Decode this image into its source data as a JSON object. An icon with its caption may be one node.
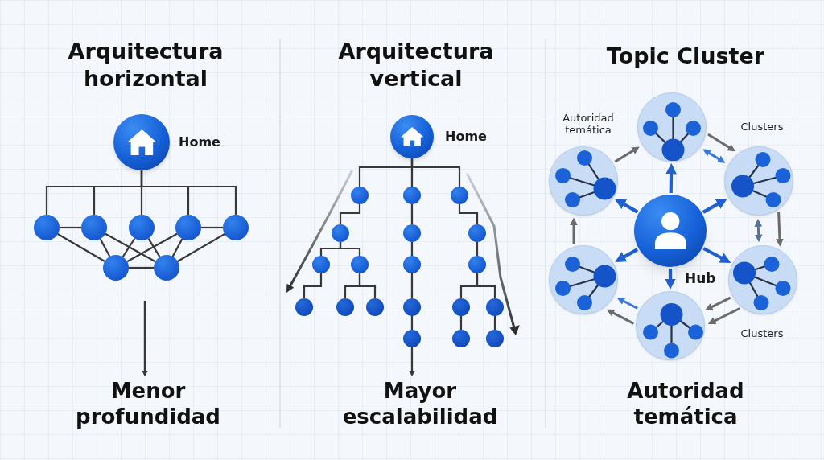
{
  "diagram": {
    "nodes": [
      {
        "text": [],
        "shape": "circle",
        "beside": [
          "Home"
        ]
      },
      {
        "text": [],
        "shape": "circle"
      },
      {
        "text": [],
        "shape": "circle"
      },
      {
        "text": [],
        "shape": "circle"
      },
      {
        "text": [],
        "shape": "circle"
      },
      {
        "text": [],
        "shape": "circle"
      },
      {
        "text": [],
        "shape": "circle"
      },
      {
        "text": [],
        "shape": "circle"
      },
      {
        "text": [
          "Menor profundidad"
        ]
      },
      {
        "text": [],
        "shape": "circle",
        "beside": [
          "Home"
        ]
      },
      {
        "text": [],
        "shape": "circle"
      },
      {
        "text": [],
        "shape": "circle"
      },
      {
        "text": [],
        "shape": "circle"
      },
      {
        "text": [],
        "shape": "circle"
      },
      {
        "text": [],
        "shape": "circle"
      },
      {
        "text": [],
        "shape": "circle"
      },
      {
        "text": [],
        "shape": "circle"
      },
      {
        "text": [],
        "shape": "circle"
      },
      {
        "text": [],
        "shape": "circle"
      },
      {
        "text": [],
        "shape": "circle"
      },
      {
        "text": [],
        "shape": "circle"
      },
      {
        "text": [],
        "shape": "circle"
      },
      {
        "text": [],
        "shape": "circle"
      },
      {
        "text": [],
        "shape": "circle"
      },
      {
        "text": [],
        "shape": "circle"
      },
      {
        "text": [],
        "shape": "circle"
      },
      {
        "text": [],
        "shape": "circle"
      },
      {
        "text": [],
        "shape": "circle"
      },
      {
        "text": [],
        "shape": "circle"
      },
      {
        "text": [
          "Mayor escalabilidad"
        ]
      },
      {
        "text": [],
        "shape": "circle",
        "beside": [
          "Hub"
        ]
      },
      {
        "text": [],
        "shape": "circle"
      },
      {
        "text": [],
        "shape": "circle"
      },
      {
        "text": [],
        "shape": "circle"
      },
      {
        "text": [],
        "shape": "circle"
      },
      {
        "text": [],
        "shape": "circle"
      },
      {
        "text": [],
        "shape": "circle"
      }
    ],
    "edges": [
      {
        "from": 0,
        "to": 1,
        "arrow": "none"
      },
      {
        "from": 0,
        "to": 2,
        "arrow": "none"
      },
      {
        "from": 0,
        "to": 3,
        "arrow": "none"
      },
      {
        "from": 0,
        "to": 4,
        "arrow": "none"
      },
      {
        "from": 0,
        "to": 5,
        "arrow": "none"
      },
      {
        "from": 1,
        "to": 2,
        "arrow": "none"
      },
      {
        "from": 4,
        "to": 5,
        "arrow": "none"
      },
      {
        "from": 1,
        "to": 6,
        "arrow": "none"
      },
      {
        "from": 2,
        "to": 6,
        "arrow": "none"
      },
      {
        "from": 2,
        "to": 7,
        "arrow": "none"
      },
      {
        "from": 3,
        "to": 6,
        "arrow": "none"
      },
      {
        "from": 3,
        "to": 7,
        "arrow": "none"
      },
      {
        "from": 4,
        "to": 6,
        "arrow": "none"
      },
      {
        "from": 4,
        "to": 7,
        "arrow": "none"
      },
      {
        "from": 5,
        "to": 7,
        "arrow": "none"
      },
      {
        "from": 6,
        "to": 7,
        "arrow": "none"
      },
      {
        "from": null,
        "to": 8,
        "arrow": "to"
      },
      {
        "from": 9,
        "to": 10,
        "arrow": "none"
      },
      {
        "from": 9,
        "to": 11,
        "arrow": "none"
      },
      {
        "from": 9,
        "to": 12,
        "arrow": "none"
      },
      {
        "from": 10,
        "to": 13,
        "arrow": "none"
      },
      {
        "from": 13,
        "to": 16,
        "arrow": "none"
      },
      {
        "from": 13,
        "to": 17,
        "arrow": "none"
      },
      {
        "from": 16,
        "to": 20,
        "arrow": "none"
      },
      {
        "from": 17,
        "to": 21,
        "arrow": "none"
      },
      {
        "from": 17,
        "to": 22,
        "arrow": "none"
      },
      {
        "from": 11,
        "to": 14,
        "arrow": "none"
      },
      {
        "from": 14,
        "to": 18,
        "arrow": "none"
      },
      {
        "from": 18,
        "to": 23,
        "arrow": "none"
      },
      {
        "from": 23,
        "to": 26,
        "arrow": "none"
      },
      {
        "from": 12,
        "to": 15,
        "arrow": "none"
      },
      {
        "from": 15,
        "to": 19,
        "arrow": "none"
      },
      {
        "from": 19,
        "to": 24,
        "arrow": "none"
      },
      {
        "from": 19,
        "to": 25,
        "arrow": "none"
      },
      {
        "from": 24,
        "to": 27,
        "arrow": "none"
      },
      {
        "from": 25,
        "to": 28,
        "arrow": "none"
      },
      {
        "from": 26,
        "to": 29,
        "arrow": "to"
      },
      {
        "from": 30,
        "to": 31,
        "arrow": "to",
        "style": "thick",
        "color": "#1f5fcf"
      },
      {
        "from": 30,
        "to": 32,
        "arrow": "to",
        "style": "thick",
        "color": "#1f5fcf"
      },
      {
        "from": 30,
        "to": 33,
        "arrow": "to",
        "style": "thick",
        "color": "#1f5fcf"
      },
      {
        "from": 30,
        "to": 34,
        "arrow": "to",
        "style": "thick",
        "color": "#1f5fcf"
      },
      {
        "from": 30,
        "to": 35,
        "arrow": "to",
        "style": "thick",
        "color": "#1f5fcf"
      },
      {
        "from": 30,
        "to": 36,
        "arrow": "to",
        "style": "thick",
        "color": "#1f5fcf"
      },
      {
        "from": 36,
        "to": 31,
        "arrow": "to",
        "color": "#6b6b6b"
      },
      {
        "from": 31,
        "to": 32,
        "arrow": "to",
        "color": "#6b6b6b"
      },
      {
        "from": 31,
        "to": 32,
        "arrow": "both",
        "color": "#3b78d8"
      },
      {
        "from": 32,
        "to": 33,
        "arrow": "both",
        "color": "#5a7090"
      },
      {
        "from": 32,
        "to": 33,
        "arrow": "to",
        "color": "#6b6b6b"
      },
      {
        "from": 33,
        "to": 34,
        "arrow": "to",
        "color": "#6b6b6b"
      },
      {
        "from": 33,
        "to": 34,
        "arrow": "to",
        "color": "#6b6b6b"
      },
      {
        "from": 34,
        "to": 35,
        "arrow": "to",
        "color": "#3b78d8"
      },
      {
        "from": 34,
        "to": 35,
        "arrow": "to",
        "color": "#6b6b6b"
      },
      {
        "from": 35,
        "to": 36,
        "arrow": "to",
        "color": "#6b6b6b"
      }
    ],
    "labels": [
      "Arquitectura horizontal",
      "Arquitectura vertical",
      "Topic Cluster",
      "Autoridad temática",
      "Clusters",
      "Clusters",
      "Autoridad temática"
    ]
  }
}
